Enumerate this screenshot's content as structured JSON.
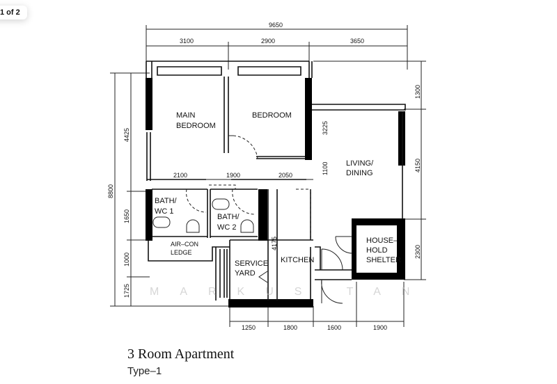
{
  "page_indicator": "1 of 2",
  "title": "3 Room Apartment",
  "subtitle": "Type–1",
  "watermark": "MARKUS TAN",
  "rooms": {
    "main_bedroom": [
      "MAIN",
      "BEDROOM"
    ],
    "bedroom": "BEDROOM",
    "living_dining": [
      "LIVING/",
      "DINING"
    ],
    "bath1": [
      "BATH/",
      "WC  1"
    ],
    "bath2": [
      "BATH/",
      "WC  2"
    ],
    "aircon": [
      "AIR–CON",
      "LEDGE"
    ],
    "service_yard": [
      "SERVICE",
      "YARD"
    ],
    "kitchen": "KITCHEN",
    "shelter": [
      "HOUSE–",
      "HOLD",
      "SHELTER"
    ]
  },
  "dimensions": {
    "top_total": "9650",
    "top": [
      "3100",
      "2900",
      "3650"
    ],
    "right": [
      "1300",
      "4150",
      "2300"
    ],
    "left_total": "8800",
    "left": [
      "4425",
      "1650",
      "1000",
      "1725"
    ],
    "bottom": [
      "1250",
      "1800",
      "1600",
      "1900"
    ],
    "inner_row": [
      "2100",
      "1900",
      "2050"
    ],
    "inner_v1": "3225",
    "inner_v2": "1100",
    "kitchen_len": "4175"
  }
}
